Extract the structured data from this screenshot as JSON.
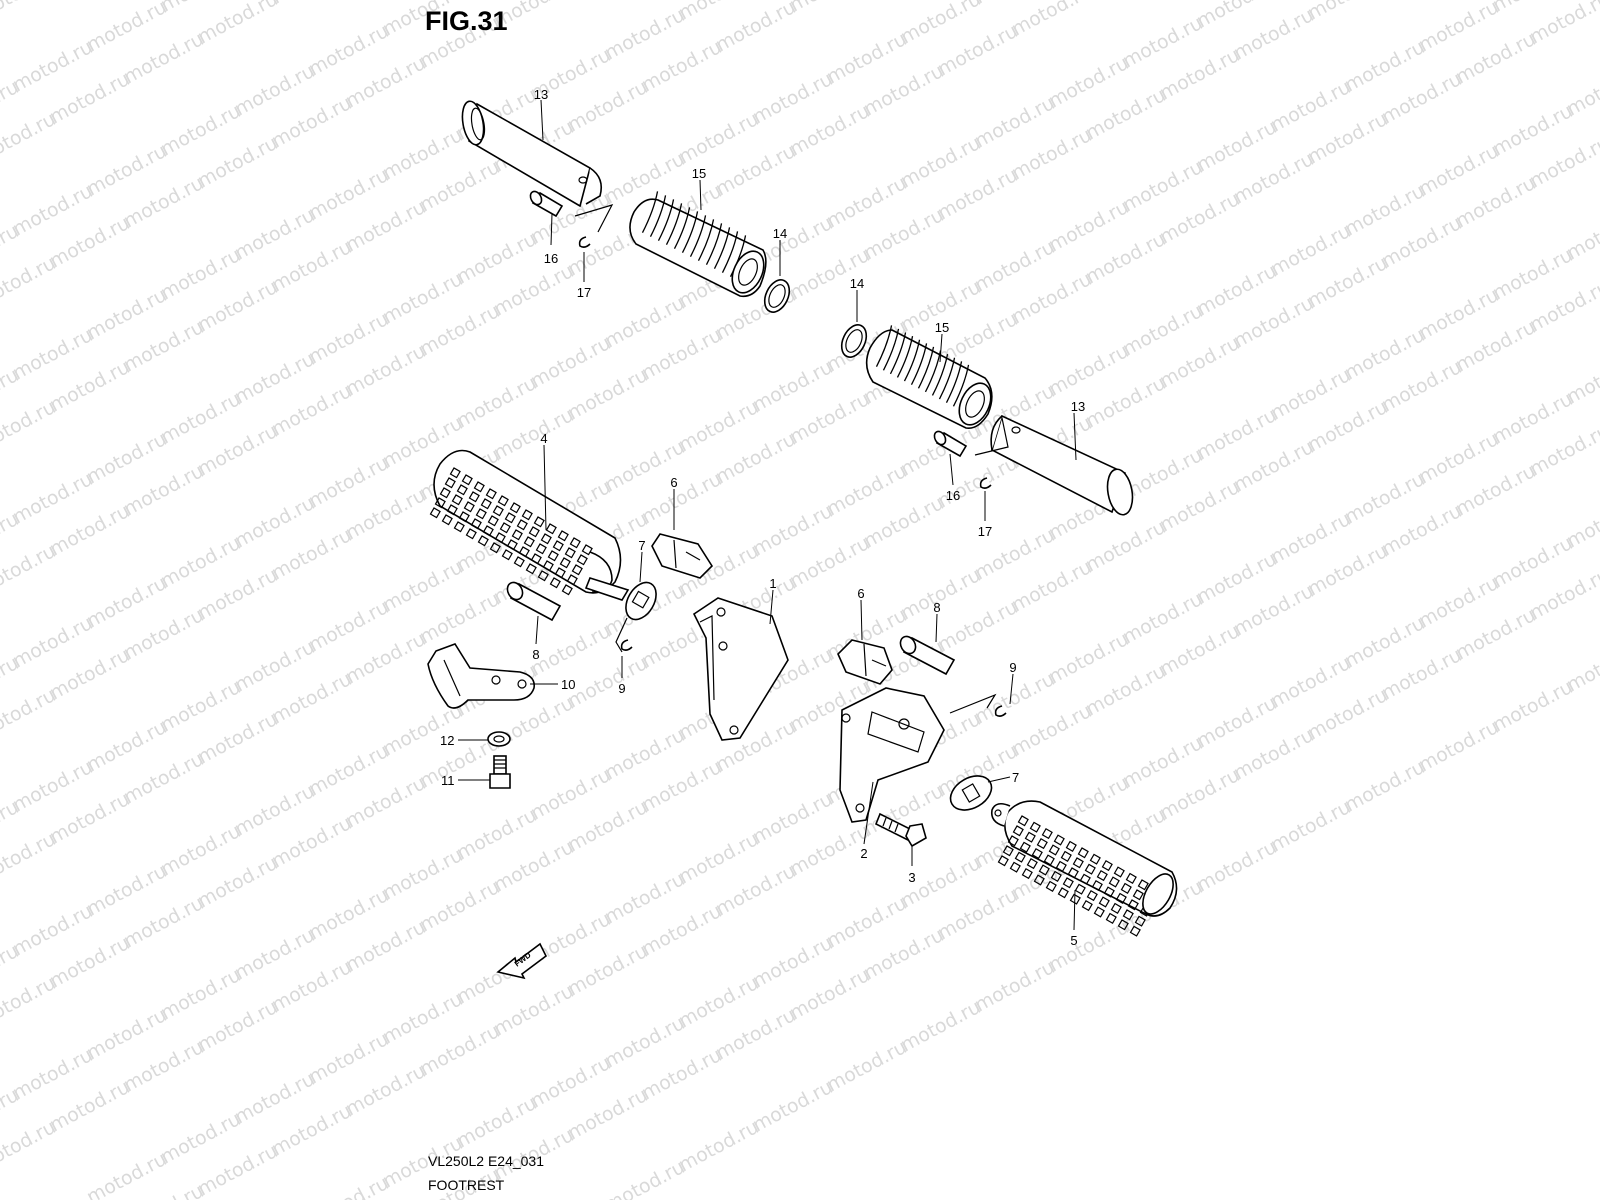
{
  "figure": {
    "title": "FIG.31"
  },
  "footer": {
    "code": "VL250L2 E24_031",
    "name": "FOOTREST"
  },
  "watermark": {
    "text": "motod.ru",
    "color": "#d9d9d9"
  },
  "direction_arrow": {
    "label": "FWD"
  },
  "callouts": {
    "c13a": "13",
    "c15a": "15",
    "c14a": "14",
    "c16a": "16",
    "c17a": "17",
    "c14b": "14",
    "c15b": "15",
    "c13b": "13",
    "c16b": "16",
    "c17b": "17",
    "c4": "4",
    "c6a": "6",
    "c7a": "7",
    "c1": "1",
    "c8a": "8",
    "c9a": "9",
    "c10": "10",
    "c12": "12",
    "c11": "11",
    "c6b": "6",
    "c8b": "8",
    "c9b": "9",
    "c7b": "7",
    "c2": "2",
    "c3": "3",
    "c5": "5"
  }
}
